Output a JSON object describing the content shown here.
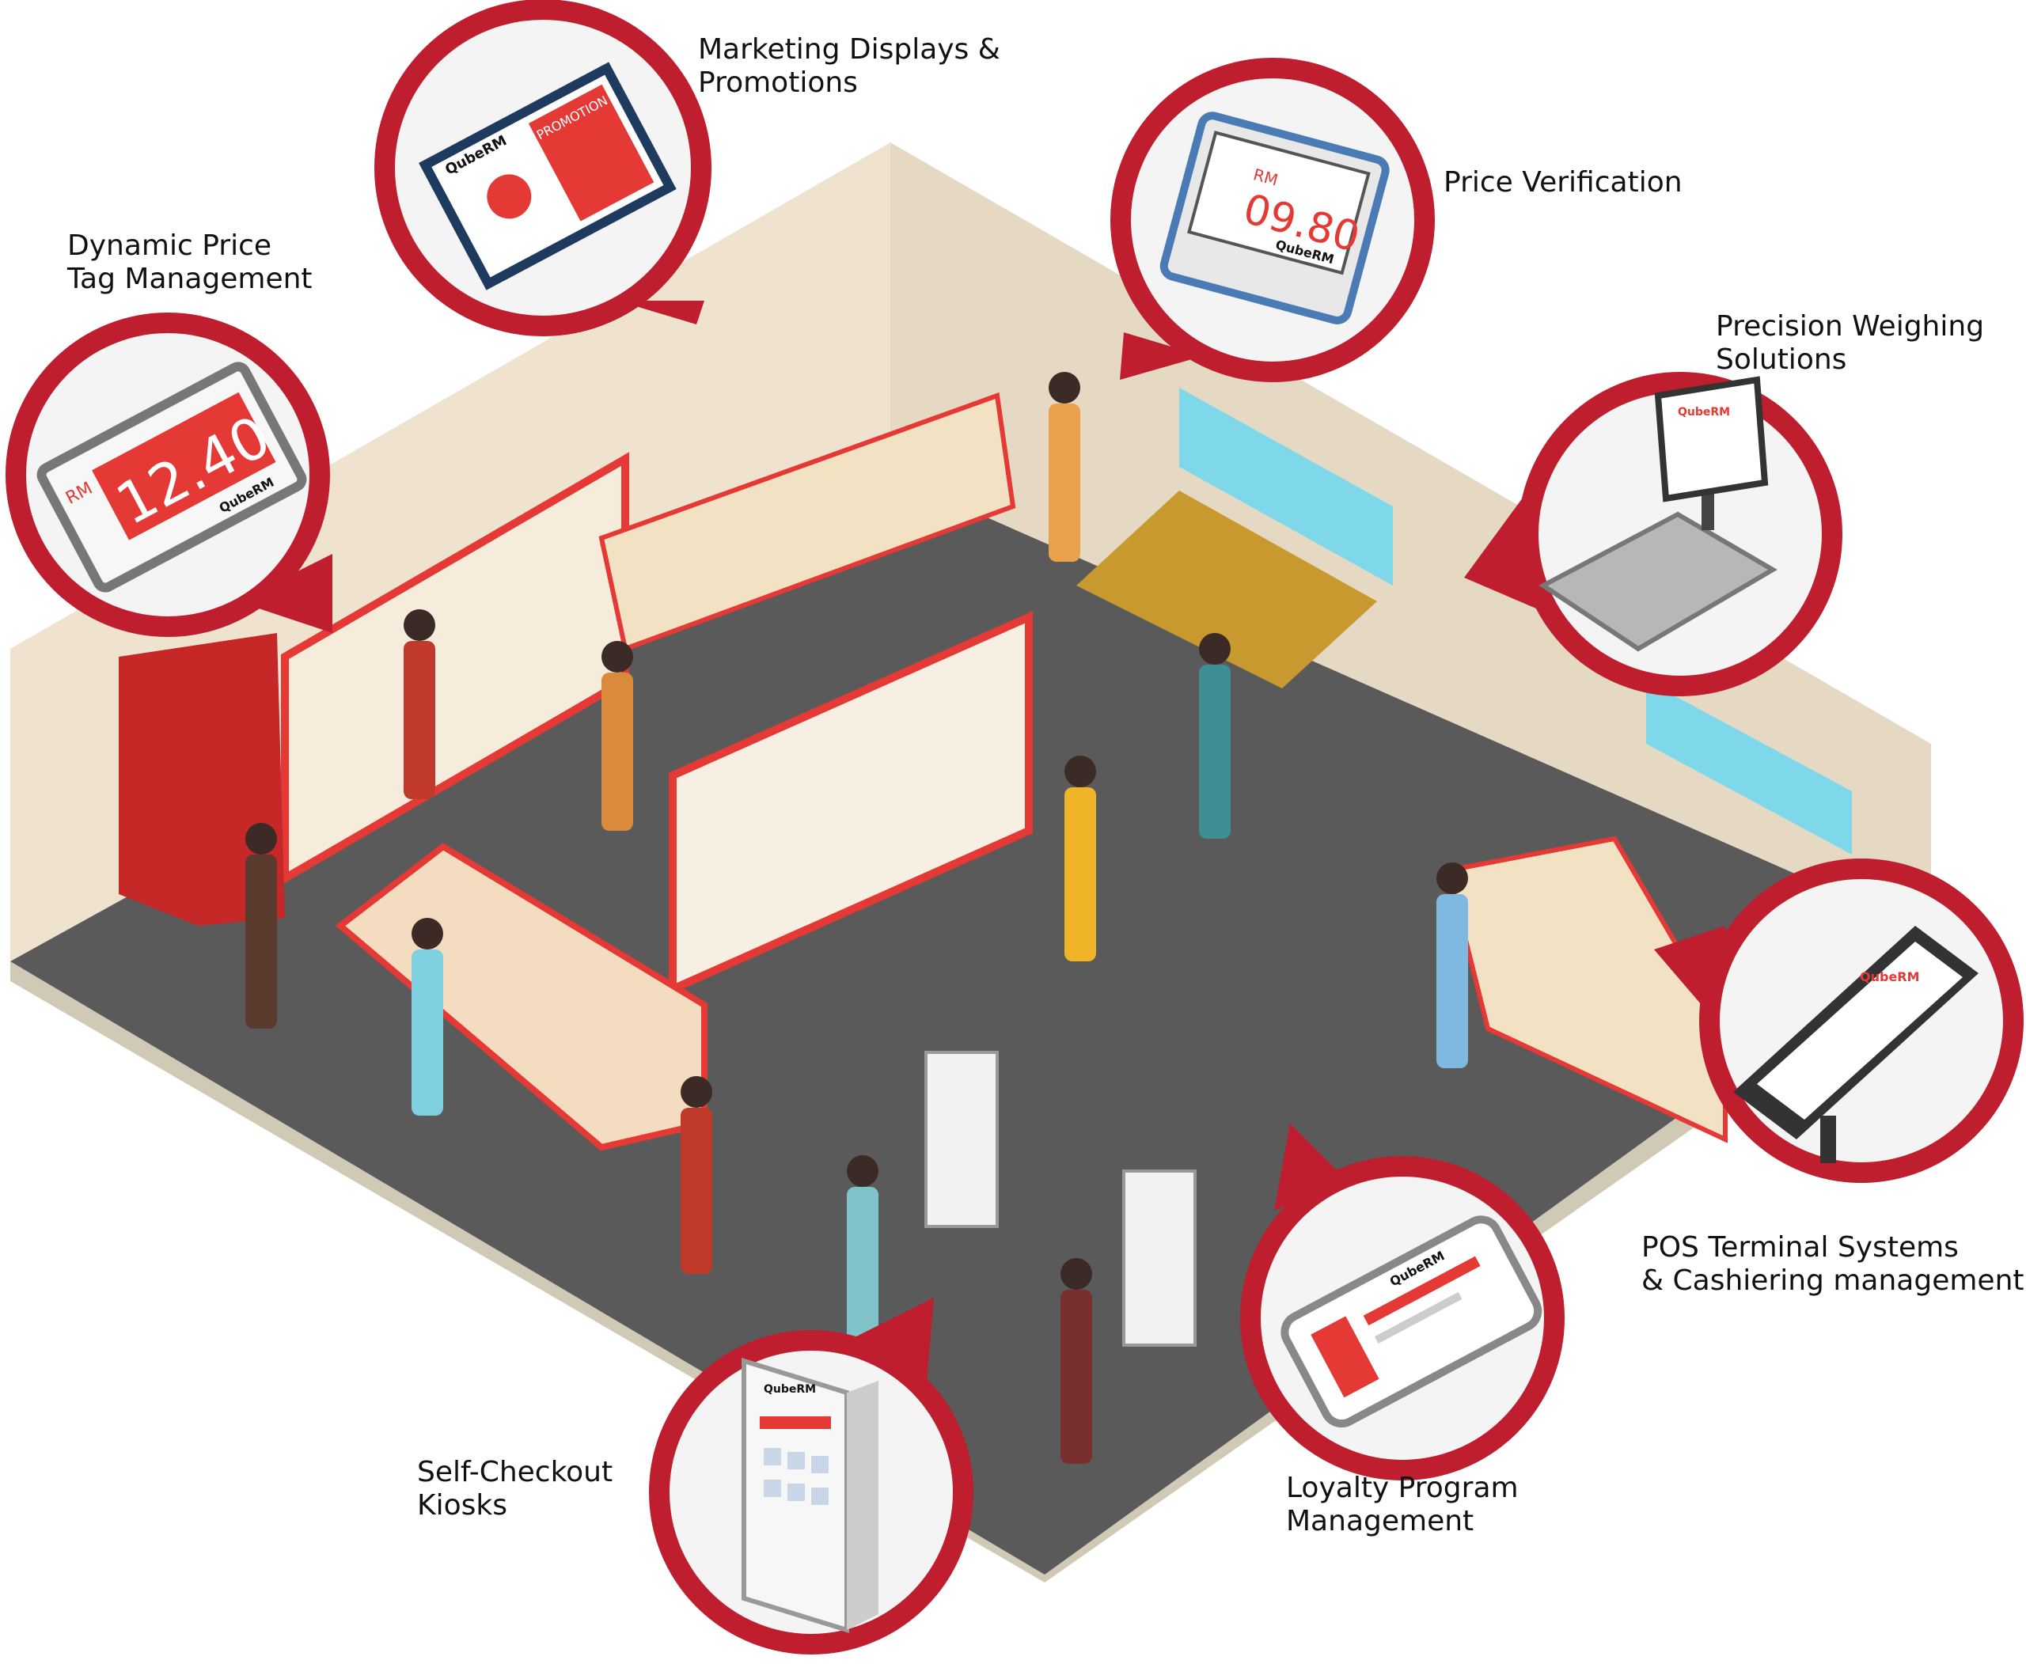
{
  "colors": {
    "brand_red": "#be1e2d",
    "floor": "#5a5a5a",
    "wall": "#efe3cf",
    "floor_edge": "#cfc9b6"
  },
  "callouts": {
    "marketing": {
      "line1": "Marketing Displays &",
      "line2": "Promotions",
      "icon": "promotion-display-icon",
      "device_text": "PROMOTION",
      "brand": "QubeRM"
    },
    "price_verification": {
      "line1": "Price Verification",
      "icon": "price-checker-icon",
      "currency": "RM",
      "price": "09.80",
      "brand": "QubeRM"
    },
    "dynamic_price": {
      "line1": "Dynamic Price",
      "line2": "Tag Management",
      "icon": "electronic-price-tag-icon",
      "currency": "RM",
      "price": "12.40",
      "brand": "QubeRM"
    },
    "weighing": {
      "line1": "Precision Weighing",
      "line2": "Solutions",
      "icon": "weighing-scale-icon",
      "brand": "QubeRM"
    },
    "pos": {
      "line1": "POS Terminal Systems",
      "line2": "& Cashiering management",
      "icon": "pos-terminal-icon",
      "brand": "QubeRM"
    },
    "loyalty": {
      "line1": "Loyalty Program",
      "line2": "Management",
      "icon": "mobile-loyalty-app-icon",
      "brand": "QubeRM"
    },
    "self_checkout": {
      "line1": "Self-Checkout",
      "line2": "Kiosks",
      "icon": "self-checkout-kiosk-icon",
      "brand": "QubeRM"
    }
  }
}
